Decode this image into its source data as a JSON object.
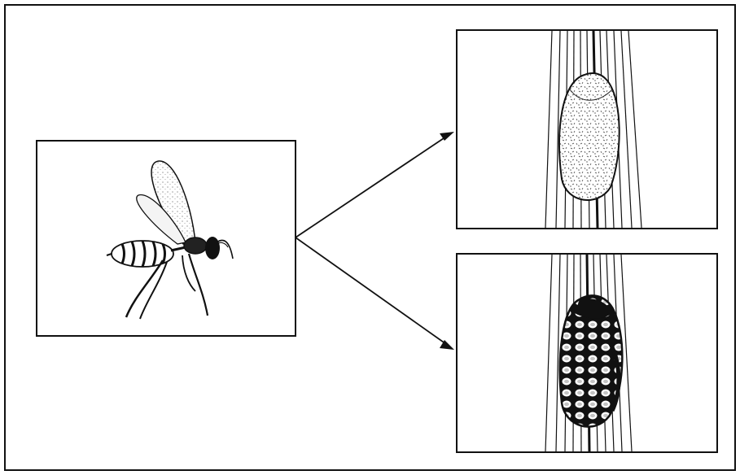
{
  "figure": {
    "panels": [
      {
        "id": "wasp-panel",
        "subject": "wasp-illustration"
      },
      {
        "id": "cocoon-panel-top",
        "subject": "fuzzy-cocoon-on-stem"
      },
      {
        "id": "cocoon-panel-bottom",
        "subject": "scaly-cocoon-on-stem"
      }
    ],
    "arrows": [
      {
        "from": "wasp-panel",
        "to": "cocoon-panel-top"
      },
      {
        "from": "wasp-panel",
        "to": "cocoon-panel-bottom"
      }
    ],
    "colors": {
      "ink": "#111111",
      "paper": "#ffffff",
      "wing": "#f2f2f2",
      "cocoon_fuzzy": "#e9e6df"
    }
  }
}
